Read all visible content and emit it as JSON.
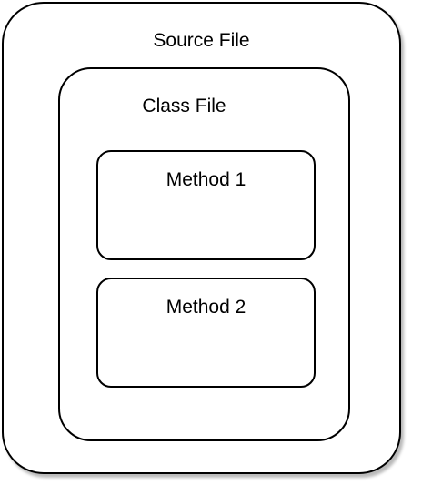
{
  "diagram": {
    "source_file": {
      "label": "Source File"
    },
    "class_file": {
      "label": "Class File"
    },
    "methods": [
      {
        "label": "Method 1"
      },
      {
        "label": "Method 2"
      }
    ]
  }
}
